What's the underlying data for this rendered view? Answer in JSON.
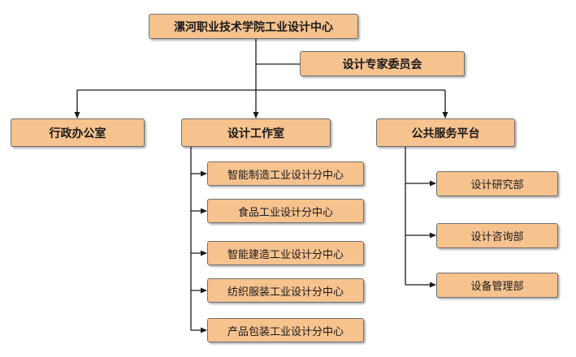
{
  "org_chart": {
    "root": "漯河职业技术学院工业设计中心",
    "expert_committee": "设计专家委员会",
    "departments": {
      "admin_office": "行政办公室",
      "design_studio": "设计工作室",
      "public_service": "公共服务平台"
    },
    "design_studio_units": [
      "智能制造工业设计分中心",
      "食品工业设计分中心",
      "智能建造工业设计分中心",
      "纺织服装工业设计分中心",
      "产品包装工业设计分中心"
    ],
    "public_service_units": [
      "设计研究部",
      "设计咨询部",
      "设备管理部"
    ]
  },
  "colors": {
    "node_fill": "#f6c28e",
    "node_border": "#6f6f6f",
    "connector": "#1a1a1a"
  }
}
